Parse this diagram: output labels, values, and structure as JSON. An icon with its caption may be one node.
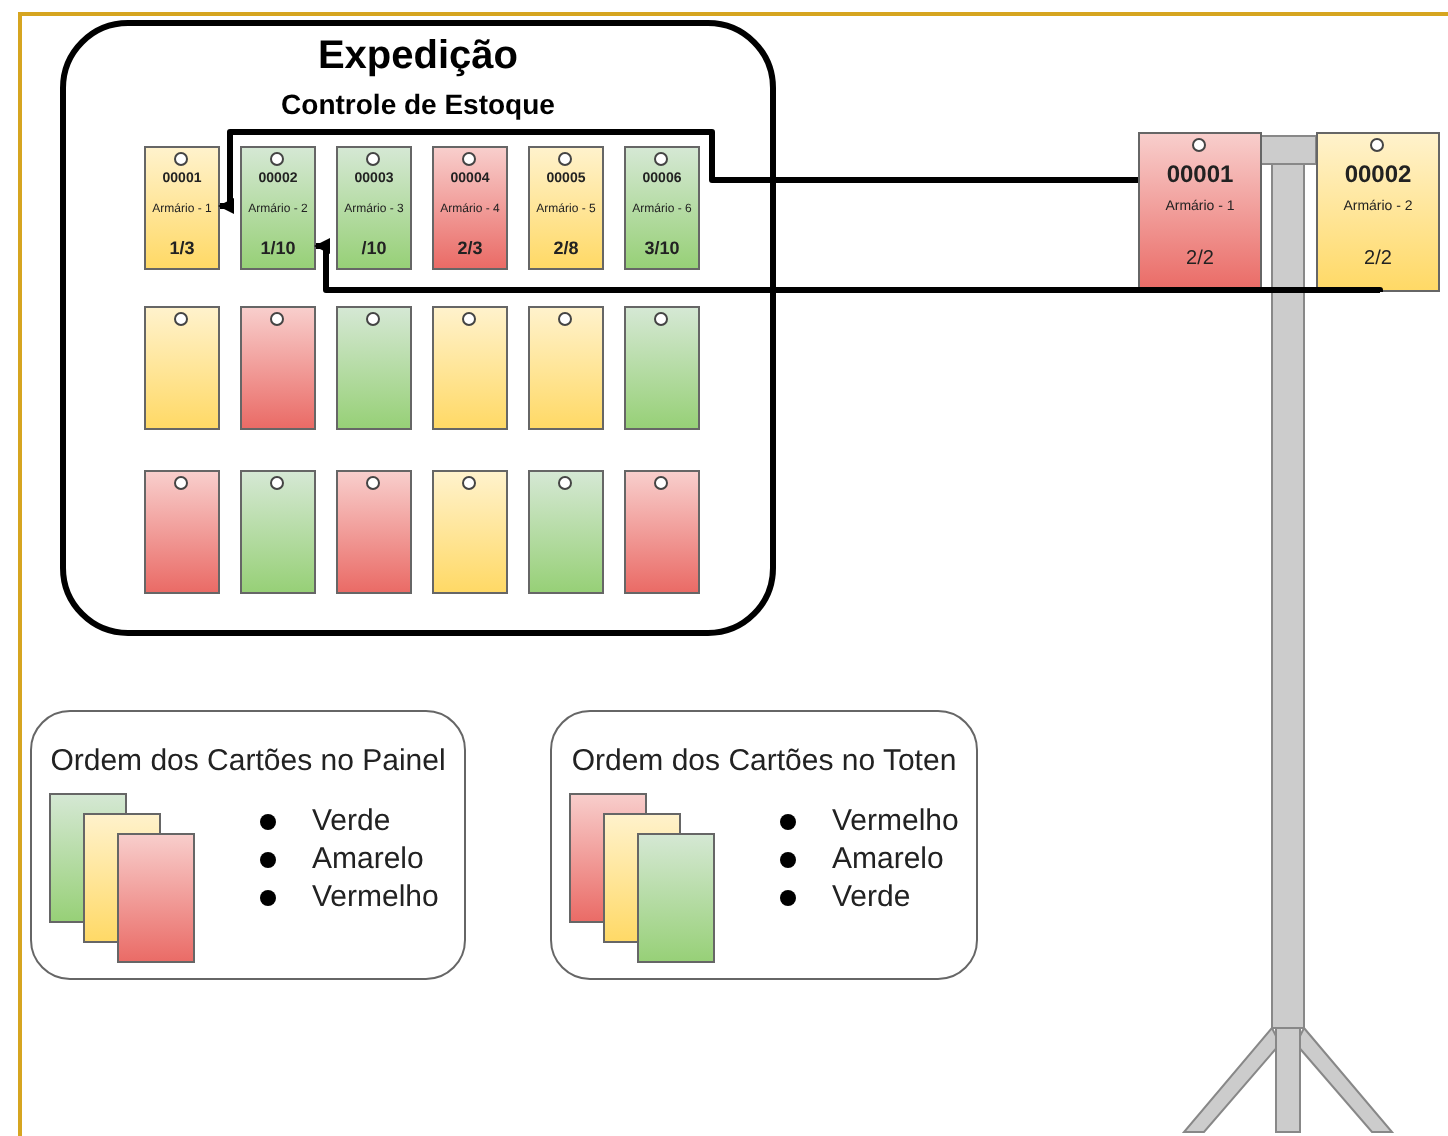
{
  "diagram": {
    "nodes": [
      {
        "text": [
          "Expedição",
          "Controle de Estoque"
        ]
      },
      {
        "text": [
          "00001",
          "Armário - 1",
          "1/3"
        ],
        "in": 0
      },
      {
        "text": [
          "00002",
          "Armário - 2",
          "1/10"
        ],
        "in": 0
      },
      {
        "text": [
          "00003",
          "Armário - 3",
          "/10"
        ],
        "in": 0
      },
      {
        "text": [
          "00004",
          "Armário - 4",
          "2/3"
        ],
        "in": 0
      },
      {
        "text": [
          "00005",
          "Armário - 5",
          "2/8"
        ],
        "in": 0
      },
      {
        "text": [
          "00006",
          "Armário - 6",
          "3/10"
        ],
        "in": 0
      },
      {
        "text": [],
        "shape": "box",
        "in": 0
      },
      {
        "text": [],
        "shape": "box",
        "in": 0
      },
      {
        "text": [],
        "shape": "box",
        "in": 0
      },
      {
        "text": [],
        "shape": "box",
        "in": 0
      },
      {
        "text": [],
        "shape": "box",
        "in": 0
      },
      {
        "text": [],
        "shape": "box",
        "in": 0
      },
      {
        "text": [],
        "shape": "box",
        "in": 0
      },
      {
        "text": [],
        "shape": "box",
        "in": 0
      },
      {
        "text": [],
        "shape": "box",
        "in": 0
      },
      {
        "text": [],
        "shape": "box",
        "in": 0
      },
      {
        "text": [],
        "shape": "box",
        "in": 0
      },
      {
        "text": [],
        "shape": "box",
        "in": 0
      },
      {
        "text": [
          "00001",
          "Armário - 1",
          "2/2"
        ]
      },
      {
        "text": [
          "00002",
          "Armário - 2",
          "2/2"
        ]
      },
      {
        "text": [
          "Ordem dos Cartões no Painel",
          "Verde",
          "Amarelo",
          "Vermelho"
        ]
      },
      {
        "text": [
          "Ordem dos Cartões no Toten",
          "Vermelho",
          "Amarelo",
          "Verde"
        ]
      }
    ],
    "edges": [
      {
        "from": 19,
        "to": 1,
        "arrow": "to"
      },
      {
        "from": 20,
        "to": 2,
        "arrow": "to"
      }
    ]
  }
}
